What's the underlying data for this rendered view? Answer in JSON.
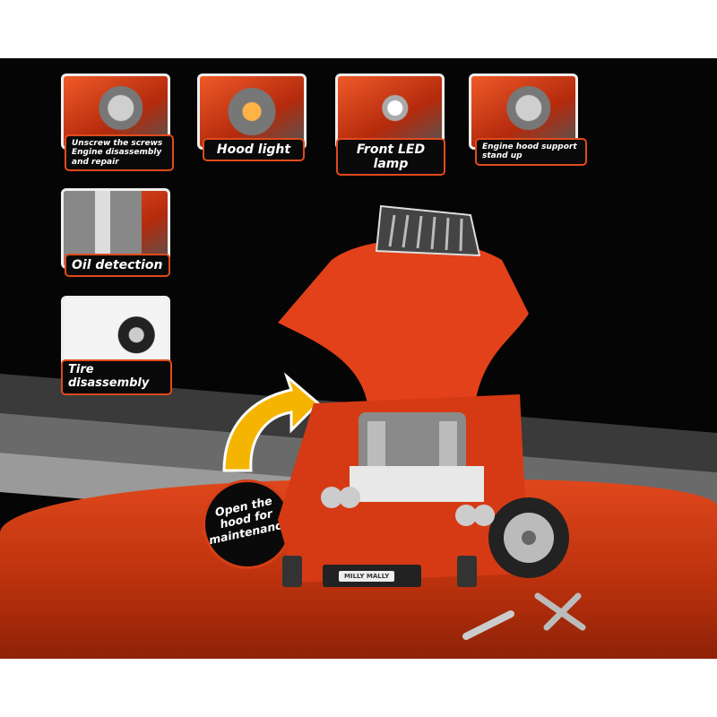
{
  "features": [
    {
      "label": "Unscrew the screws Engine disassembly and repair"
    },
    {
      "label": "Hood light"
    },
    {
      "label": "Front LED lamp"
    },
    {
      "label": "Engine hood support stand up"
    },
    {
      "label": "Oil detection"
    },
    {
      "label": "Tire disassembly"
    }
  ],
  "callout": "Open the hood for maintenance",
  "brand": "MILLY MALLY",
  "colors": {
    "accent": "#e14a1c",
    "background": "#050505",
    "arrow": "#f4b400"
  }
}
